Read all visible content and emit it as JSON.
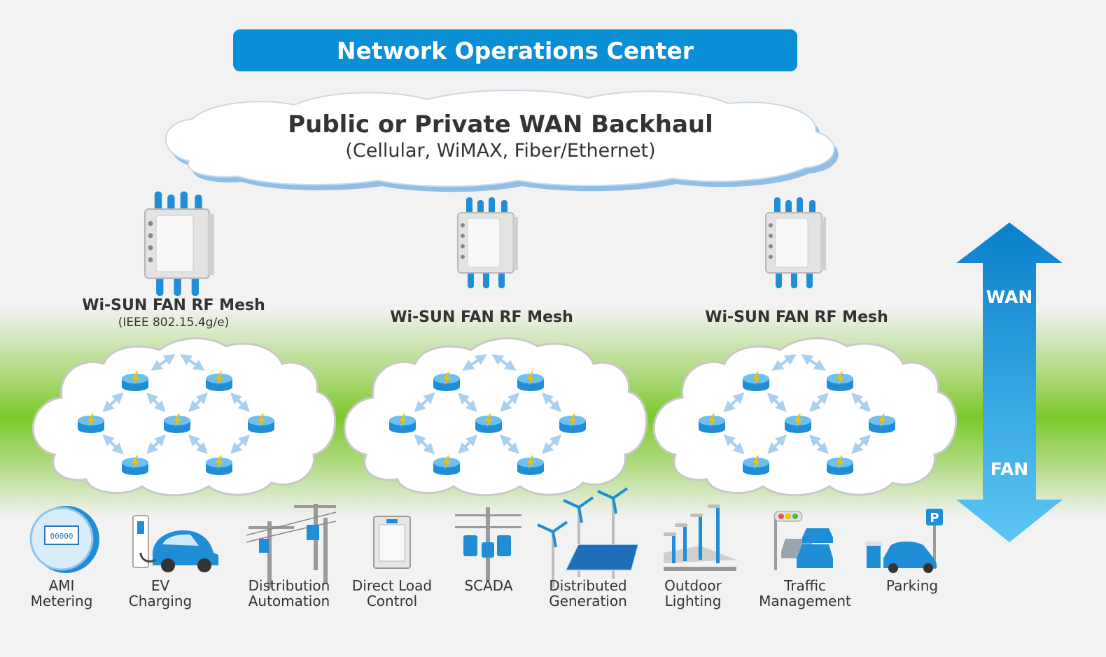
{
  "noc": {
    "title": "Network Operations Center"
  },
  "backhaul": {
    "title": "Public or Private WAN Backhaul",
    "subtitle": "(Cellular, WiMAX, Fiber/Ethernet)"
  },
  "meshes": [
    {
      "label": "Wi-SUN FAN RF Mesh",
      "sublabel": "(IEEE 802.15.4g/e)"
    },
    {
      "label": "Wi-SUN FAN RF Mesh"
    },
    {
      "label": "Wi-SUN FAN RF Mesh"
    }
  ],
  "arrow": {
    "top_label": "WAN",
    "bottom_label": "FAN"
  },
  "applications": [
    {
      "line1": "AMI",
      "line2": "Metering",
      "icon": "meter-icon"
    },
    {
      "line1": "EV",
      "line2": "Charging",
      "icon": "ev-charger-icon"
    },
    {
      "line1": "Distribution",
      "line2": "Automation",
      "icon": "utility-pole-icon"
    },
    {
      "line1": "Direct Load",
      "line2": "Control",
      "icon": "control-box-icon"
    },
    {
      "line1": "SCADA",
      "line2": "",
      "icon": "transformer-pole-icon"
    },
    {
      "line1": "Distributed",
      "line2": "Generation",
      "icon": "wind-solar-icon"
    },
    {
      "line1": "Outdoor",
      "line2": "Lighting",
      "icon": "street-light-icon"
    },
    {
      "line1": "Traffic",
      "line2": "Management",
      "icon": "traffic-icon"
    },
    {
      "line1": "Parking",
      "line2": "",
      "icon": "parking-icon"
    }
  ],
  "colors": {
    "brand_blue": "#0a8fd6",
    "light_blue": "#a9d0ee",
    "green": "#7cc82b",
    "node_yellow": "#f2c200"
  }
}
